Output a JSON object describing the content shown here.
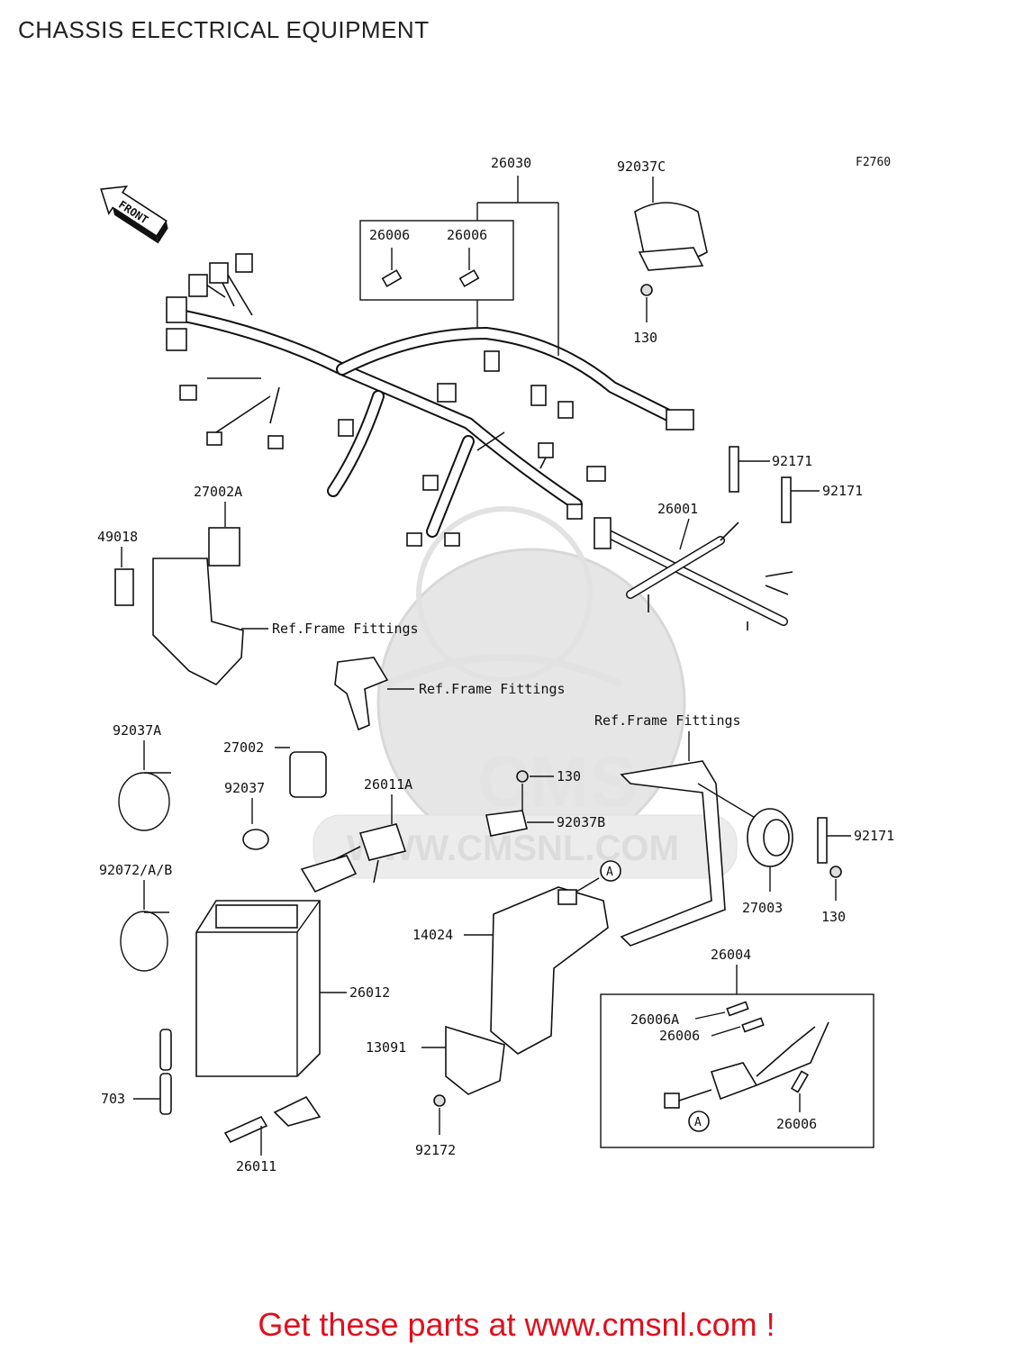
{
  "header": {
    "title": "CHASSIS ELECTRICAL EQUIPMENT"
  },
  "figure_code": "F2760",
  "front_arrow_label": "FRONT",
  "watermark": {
    "logo_text": "CMS",
    "url_text": "WWW.CMSNL.COM"
  },
  "callouts": {
    "p26030": "26030",
    "p92037C": "92037C",
    "p26006_a": "26006",
    "p26006_b": "26006",
    "p130_a": "130",
    "p92171_a": "92171",
    "p92171_b": "92171",
    "p27002A": "27002A",
    "p49018": "49018",
    "p26001": "26001",
    "ref_frame_1": "Ref.Frame Fittings",
    "ref_frame_2": "Ref.Frame Fittings",
    "ref_frame_3": "Ref.Frame Fittings",
    "p92037A": "92037A",
    "p27002": "27002",
    "p92037": "92037",
    "p26011A": "26011A",
    "p130_b": "130",
    "p92037B": "92037B",
    "p92171_c": "92171",
    "p27003": "27003",
    "p130_c": "130",
    "p92072": "92072/A/B",
    "marker_a1": "A",
    "p14024": "14024",
    "p26012": "26012",
    "p26004": "26004",
    "p26006A": "26006A",
    "p26006_c": "26006",
    "p13091": "13091",
    "p703": "703",
    "marker_a2": "A",
    "p26006_d": "26006",
    "p92172": "92172",
    "p26011": "26011"
  },
  "footer": {
    "text": "Get these parts at www.cmsnl.com !"
  },
  "colors": {
    "footer": "#e0101e",
    "line": "#111111",
    "watermark": "#e6e6e6"
  }
}
